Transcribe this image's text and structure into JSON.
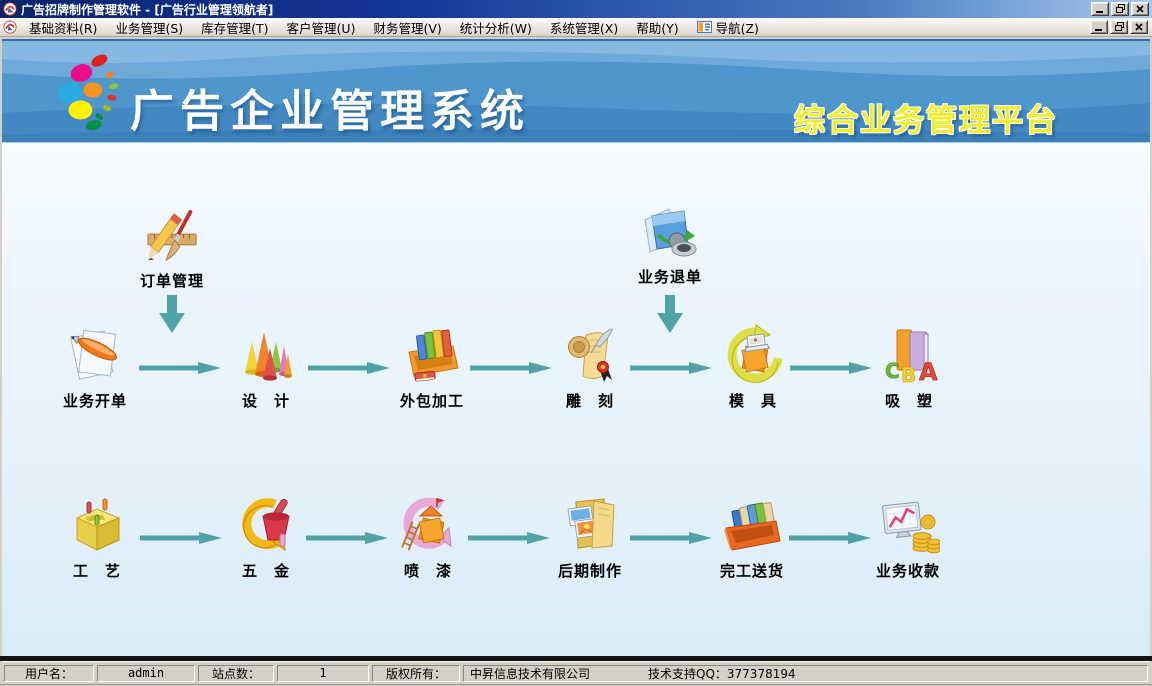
{
  "window": {
    "title": "广告招牌制作管理软件 - [广告行业管理领航者]"
  },
  "menu": {
    "items": [
      {
        "label": "基础资料(R)"
      },
      {
        "label": "业务管理(S)"
      },
      {
        "label": "库存管理(T)"
      },
      {
        "label": "客户管理(U)"
      },
      {
        "label": "财务管理(V)"
      },
      {
        "label": "统计分析(W)"
      },
      {
        "label": "系统管理(X)"
      },
      {
        "label": "帮助(Y)"
      },
      {
        "label": "导航(Z)"
      }
    ]
  },
  "banner": {
    "title": "广告企业管理系统",
    "subtitle": "综合业务管理平台",
    "colors": {
      "background": "#4e96cc",
      "title": "#ffffff",
      "subtitle": "#f0ee2a"
    }
  },
  "workflow": {
    "arrow_color": "#4fa3a6",
    "top": [
      {
        "label": "订单管理",
        "icon": "order-management-icon"
      },
      {
        "label": "业务退单",
        "icon": "business-return-icon"
      }
    ],
    "row1": [
      {
        "label": "业务开单",
        "icon": "business-billing-icon"
      },
      {
        "label": "设　计",
        "icon": "design-icon"
      },
      {
        "label": "外包加工",
        "icon": "outsourcing-icon"
      },
      {
        "label": "雕　刻",
        "icon": "engraving-icon"
      },
      {
        "label": "模　具",
        "icon": "mold-icon"
      },
      {
        "label": "吸　塑",
        "icon": "blister-icon"
      }
    ],
    "row2": [
      {
        "label": "工　艺",
        "icon": "craft-icon"
      },
      {
        "label": "五　金",
        "icon": "hardware-icon"
      },
      {
        "label": "喷　漆",
        "icon": "paint-icon"
      },
      {
        "label": "后期制作",
        "icon": "post-production-icon"
      },
      {
        "label": "完工送货",
        "icon": "delivery-icon"
      },
      {
        "label": "业务收款",
        "icon": "collection-icon"
      }
    ]
  },
  "statusbar": {
    "user_label": "用户名：",
    "user_value": "admin",
    "site_label": "站点数：",
    "site_value": "1",
    "copyright_label": "版权所有：",
    "copyright_value": "中昇信息技术有限公司",
    "support_value": "技术支持QQ：377378194"
  }
}
